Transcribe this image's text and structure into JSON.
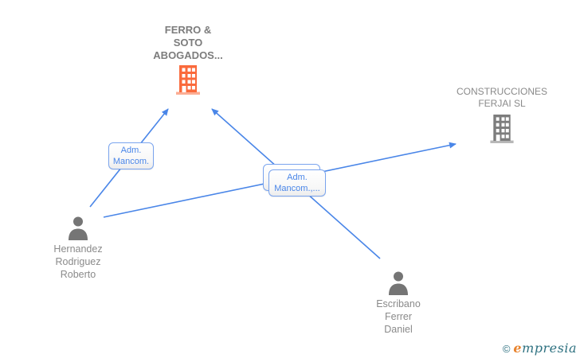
{
  "colors": {
    "edge": "#4a86e8",
    "edge_label_border": "#7aa4ee",
    "edge_label_text": "#4a86e8",
    "company_primary": "#fa6a3c",
    "company_secondary": "#7d7d7d",
    "person": "#757575",
    "node_text": "#8a8a8a",
    "logo_teal": "#2e7180",
    "logo_orange": "#e8832e"
  },
  "nodes": {
    "ferro": {
      "label": "FERRO &\nSOTO\nABOGADOS...",
      "type": "company"
    },
    "construcciones": {
      "label": "CONSTRUCCIONES\nFERJAI SL",
      "type": "company"
    },
    "hernandez": {
      "label": "Hernandez\nRodriguez\nRoberto",
      "type": "person"
    },
    "escribano": {
      "label": "Escribano\nFerrer\nDaniel",
      "type": "person"
    }
  },
  "edges": [
    {
      "from": "Hernandez Rodriguez Roberto",
      "to": "FERRO & SOTO ABOGADOS...",
      "label": "Adm. Mancom."
    },
    {
      "from": "Escribano Ferrer Daniel",
      "to": "FERRO & SOTO ABOGADOS...",
      "label": ""
    },
    {
      "from": "Hernandez Rodriguez Roberto",
      "to": "CONSTRUCCIONES FERJAI SL",
      "label": "Adm. Mancom.,..."
    }
  ],
  "edge_labels": {
    "left": "Adm.\nMancom.",
    "middle_front": "Adm.\nMancom.,..."
  },
  "logo": {
    "copyright": "©",
    "brand_initial": "e",
    "brand_rest": "mpresia"
  }
}
